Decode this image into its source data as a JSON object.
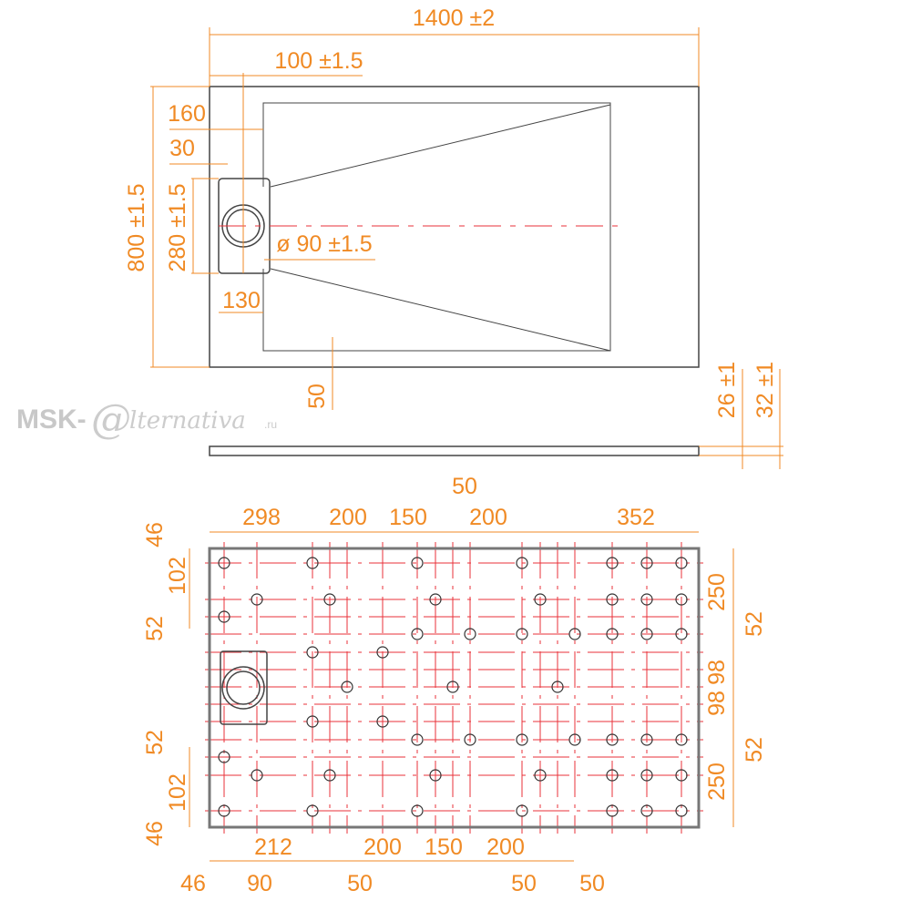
{
  "top_view": {
    "width": "1400 ±2",
    "drain_offset": "100 ±1.5",
    "d160": "160",
    "d30": "30",
    "drain_height": "280 ±1.5",
    "depth": "800 ±1.5",
    "drain_diameter": "ø 90 ±1.5",
    "d130": "130",
    "d50": "50"
  },
  "side_view": {
    "height1": "26 ±1",
    "height2": "32 ±1"
  },
  "bottom_view": {
    "top_dims": [
      "298",
      "200",
      "150",
      "50",
      "200",
      "352"
    ],
    "left_dims": [
      "46",
      "102",
      "52",
      "52",
      "102",
      "46"
    ],
    "right_dims": [
      "250",
      "52",
      "98",
      "98",
      "52",
      "250"
    ],
    "bottom_dims": [
      "212",
      "200",
      "150",
      "200"
    ],
    "lower_dims": [
      "46",
      "90",
      "50",
      "50",
      "50"
    ]
  },
  "watermark": {
    "prefix": "MSK-",
    "suffix": "lternativa",
    "tld": ".ru"
  },
  "colors": {
    "dimension": "#f08a24",
    "grid": "#e8323a",
    "outline": "#444444"
  }
}
